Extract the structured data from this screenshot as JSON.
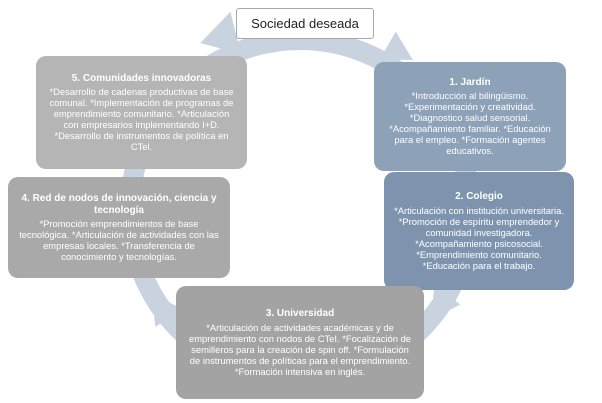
{
  "diagram": {
    "top_label": "Sociedad deseada",
    "ring_color": "#c9d3df",
    "boxes": [
      {
        "id": "jardin",
        "title": "1. Jardín",
        "body": "*Introducción al bilingüismo. *Experimentación y creatividad. *Diagnostico salud sensorial. *Acompañamiento familiar. *Educación para el empleo. *Formación agentes educativos.",
        "color": "#8da1b8"
      },
      {
        "id": "colegio",
        "title": "2. Colegio",
        "body": "*Articulación con institución universitaria. *Promoción de espíritu emprendedor y comunidad investigadora. *Acompañamiento psicosocial. *Emprendimiento comunitario. *Educación para el trabajo.",
        "color": "#7e94ae"
      },
      {
        "id": "universidad",
        "title": "3. Universidad",
        "body": "*Articulación de actividades académicas y de emprendimiento con nodos de CTeI. *Focalización de semilleros para la creación de spin off. *Formulación de instrumentos de políticas para el emprendimiento. *Formación intensiva en inglés.",
        "color": "#a3a3a3"
      },
      {
        "id": "red-nodos",
        "title": "4. Red de nodos de innovación, ciencia y tecnología",
        "body": "*Promoción emprendimientos de base tecnológica. *Articulación de actividades con las empresas locales. *Transferencia de conocimiento y tecnologías.",
        "color": "#a9a9a9"
      },
      {
        "id": "comunidades",
        "title": "5. Comunidades innovadoras",
        "body": "*Desarrollo de cadenas productivas de base comunal. *Implementación de programas de emprendimiento comunitario. *Articulación con empresarios implementando I+D. *Desarrollo de instrumentos de política en CTel.",
        "color": "#b5b5b5"
      }
    ]
  }
}
